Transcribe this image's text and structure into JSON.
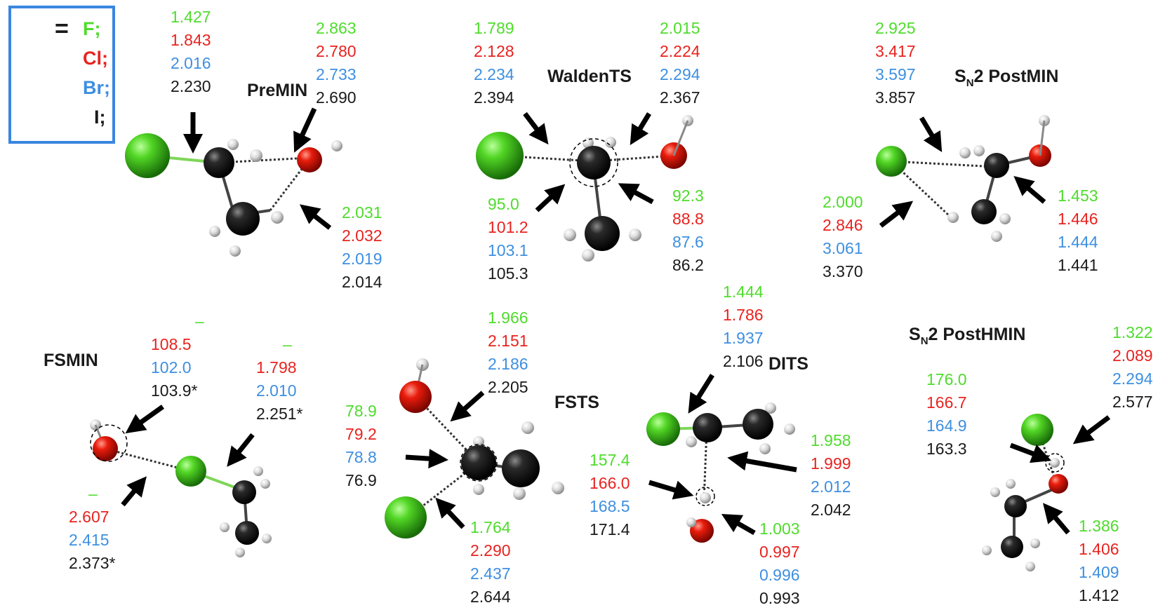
{
  "colors": {
    "F": "#4fdc2c",
    "Cl": "#e8231f",
    "Br": "#3e8fe0",
    "I": "#1a1a1a"
  },
  "legend": {
    "equals": "=",
    "F": "F;",
    "Cl": "Cl;",
    "Br": "Br;",
    "I": "I;"
  },
  "structures": {
    "premin": {
      "title": "PreMIN",
      "left_bond": [
        "1.427",
        "1.843",
        "2.016",
        "2.230"
      ],
      "right_bond": [
        "2.863",
        "2.780",
        "2.733",
        "2.690"
      ],
      "hbond": [
        "2.031",
        "2.032",
        "2.019",
        "2.014"
      ]
    },
    "waldents": {
      "title": "WaldenTS",
      "left_bond": [
        "1.789",
        "2.128",
        "2.234",
        "2.394"
      ],
      "right_bond": [
        "2.015",
        "2.224",
        "2.294",
        "2.367"
      ],
      "left_angle": [
        "95.0",
        "101.2",
        "103.1",
        "105.3"
      ],
      "right_angle": [
        "92.3",
        "88.8",
        "87.6",
        "86.2"
      ]
    },
    "sn2_postmin": {
      "title_main": "S",
      "title_sub": "N",
      "title_rest": "2 PostMIN",
      "top_bond": [
        "2.925",
        "3.417",
        "3.597",
        "3.857"
      ],
      "hbond": [
        "2.000",
        "2.846",
        "3.061",
        "3.370"
      ],
      "co_bond": [
        "1.453",
        "1.446",
        "1.444",
        "1.441"
      ]
    },
    "fsmin": {
      "title": "FSMIN",
      "angle": [
        "–",
        "108.5",
        "102.0",
        "103.9*"
      ],
      "cx_bond": [
        "–",
        "1.798",
        "2.010",
        "2.251*"
      ],
      "ox_bond": [
        "–",
        "2.607",
        "2.415",
        "2.373*"
      ]
    },
    "fsts": {
      "title": "FSTS",
      "oh_bond": [
        "1.966",
        "2.151",
        "2.186",
        "2.205"
      ],
      "angle": [
        "78.9",
        "79.2",
        "78.8",
        "76.9"
      ],
      "cx_bond": [
        "1.764",
        "2.290",
        "2.437",
        "2.644"
      ]
    },
    "dits": {
      "title": "DITS",
      "cx_bond": [
        "1.444",
        "1.786",
        "1.937",
        "2.106"
      ],
      "angle": [
        "157.4",
        "166.0",
        "168.5",
        "171.4"
      ],
      "ch_bond": [
        "1.958",
        "1.999",
        "2.012",
        "2.042"
      ],
      "oh_bond": [
        "1.003",
        "0.997",
        "0.996",
        "0.993"
      ]
    },
    "sn2_posthmin": {
      "title_main": "S",
      "title_sub": "N",
      "title_rest": "2 PostHMIN",
      "xh_bond": [
        "1.322",
        "2.089",
        "2.294",
        "2.577"
      ],
      "angle": [
        "176.0",
        "166.7",
        "164.9",
        "163.3"
      ],
      "oh_bond": [
        "1.386",
        "1.406",
        "1.409",
        "1.412"
      ]
    }
  }
}
